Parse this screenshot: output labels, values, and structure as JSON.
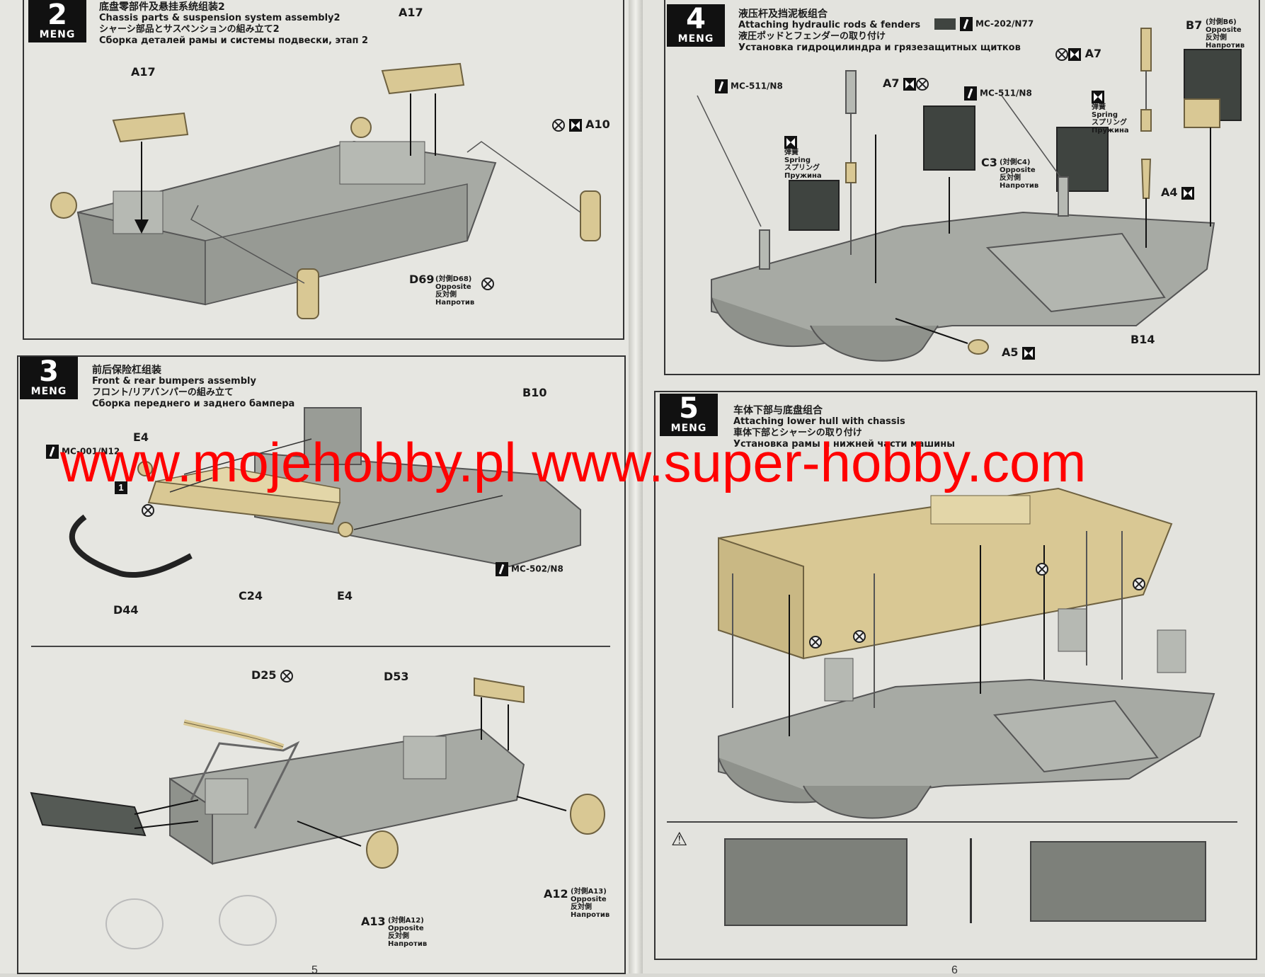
{
  "brand": "MENG",
  "watermark": "www.mojehobby.pl www.super-hobby.com",
  "page_numbers": [
    "5",
    "6"
  ],
  "steps": {
    "s2": {
      "number": "2",
      "title_cn": "底盘零部件及悬挂系统组装2",
      "title_en": "Chassis parts & suspension system assembly2",
      "title_jp": "シャーシ部品とサスペンションの組み立て2",
      "title_ru": "Сборка деталей рамы и системы подвески, этап 2",
      "labels": {
        "a17_left": "A17",
        "a17_top": "A17",
        "a10": "A10",
        "d69": "D69",
        "d69_note": "(対側D68)",
        "d69_opp_en": "Opposite",
        "d69_opp_jp": "反対側",
        "d69_opp_ru": "Напротив"
      }
    },
    "s3": {
      "number": "3",
      "title_cn": "前后保险杠组装",
      "title_en": "Front & rear bumpers assembly",
      "title_jp": "フロント/リアバンパーの組み立て",
      "title_ru": "Сборка переднего и заднего бампера",
      "labels": {
        "e4_top": "E4",
        "e4_bottom": "E4",
        "b10": "B10",
        "c24": "C24",
        "d44": "D44",
        "d25": "D25",
        "d53": "D53",
        "a13": "A13",
        "a13_note": "(対側A12)",
        "a12": "A12",
        "a12_note": "(対側A13)",
        "opp_en": "Opposite",
        "opp_jp": "反対側",
        "opp_ru": "Напротив",
        "box1": "1"
      },
      "paints": {
        "mc001": "MC-001/N12",
        "mc502": "MC-502/N8"
      }
    },
    "s4": {
      "number": "4",
      "title_cn": "液压杆及挡泥板组合",
      "title_en": "Attaching hydraulic rods & fenders",
      "title_jp": "液圧ポッドとフェンダーの取り付け",
      "title_ru": "Установка гидроцилиндра и грязезащитных щитков",
      "labels": {
        "a7_left": "A7",
        "a7_right": "A7",
        "b7": "B7",
        "b7_note": "(対側B6)",
        "c3": "C3",
        "c3_note": "(対側C4)",
        "a4": "A4",
        "a5": "A5",
        "b14": "B14",
        "opp_en": "Opposite",
        "opp_jp": "反対側",
        "opp_ru": "Напротив",
        "spring_cn": "弹簧",
        "spring_en": "Spring",
        "spring_jp": "スプリング",
        "spring_ru": "Пружина"
      },
      "paints": {
        "mc202": "MC-202/N77",
        "mc511_left": "MC-511/N8",
        "mc511_right": "MC-511/N8"
      }
    },
    "s5": {
      "number": "5",
      "title_cn": "车体下部与底盘组合",
      "title_en": "Attaching lower hull with chassis",
      "title_jp": "車体下部とシャーシの取り付け",
      "title_ru": "Установка рамы и нижней части машины"
    }
  },
  "colors": {
    "tan": "#d9c894",
    "grey": "#a7aaa4",
    "dark": "#3f4440",
    "watermark": "#ff0000"
  }
}
